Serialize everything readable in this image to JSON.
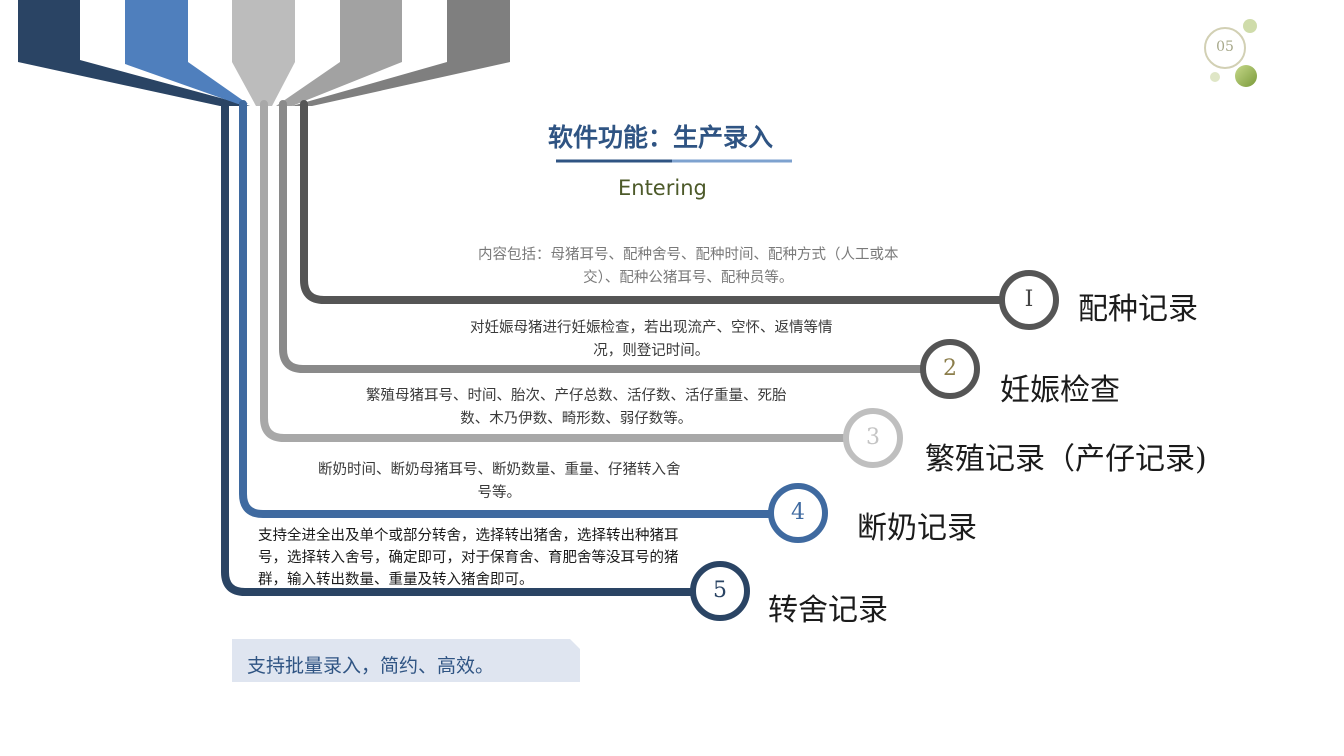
{
  "page_number": "05",
  "title": "软件功能：生产录入",
  "subtitle": "Entering",
  "colors": {
    "navy": "#2a4464",
    "blue": "#3f6aa0",
    "light_gray": "#a8a8a8",
    "mid_gray": "#8a8a8a",
    "dark_gray": "#555555",
    "green": "#8aa64a"
  },
  "stages": [
    {
      "number": "I",
      "label": "配种记录",
      "description": [
        "内容包括：母猪耳号、配种舍号、配种时间、配种方式（人工或本",
        "交）、配种公猪耳号、配种员等。"
      ]
    },
    {
      "number": "2",
      "label": "妊娠检查",
      "description": [
        "对妊娠母猪进行妊娠检查，若出现流产、空怀、返情等情",
        "况，则登记时间。"
      ]
    },
    {
      "number": "3",
      "label": "繁殖记录（产仔记录)",
      "description": [
        "繁殖母猪耳号、时间、胎次、产仔总数、活仔数、活仔重量、死胎",
        "数、木乃伊数、畸形数、弱仔数等。"
      ]
    },
    {
      "number": "4",
      "label": "断奶记录",
      "description": [
        "断奶时间、断奶母猪耳号、断奶数量、重量、仔猪转入舍",
        "号等。"
      ]
    },
    {
      "number": "5",
      "label": "转舍记录",
      "description": [
        "支持全进全出及单个或部分转舍，选择转出猪舍，选择转出种猪耳",
        "号，选择转入舍号，确定即可，对于保育舍、育肥舍等没耳号的猪",
        "群，输入转出数量、重量及转入猪舍即可。"
      ]
    }
  ],
  "note": "支持批量录入，简约、高效。"
}
